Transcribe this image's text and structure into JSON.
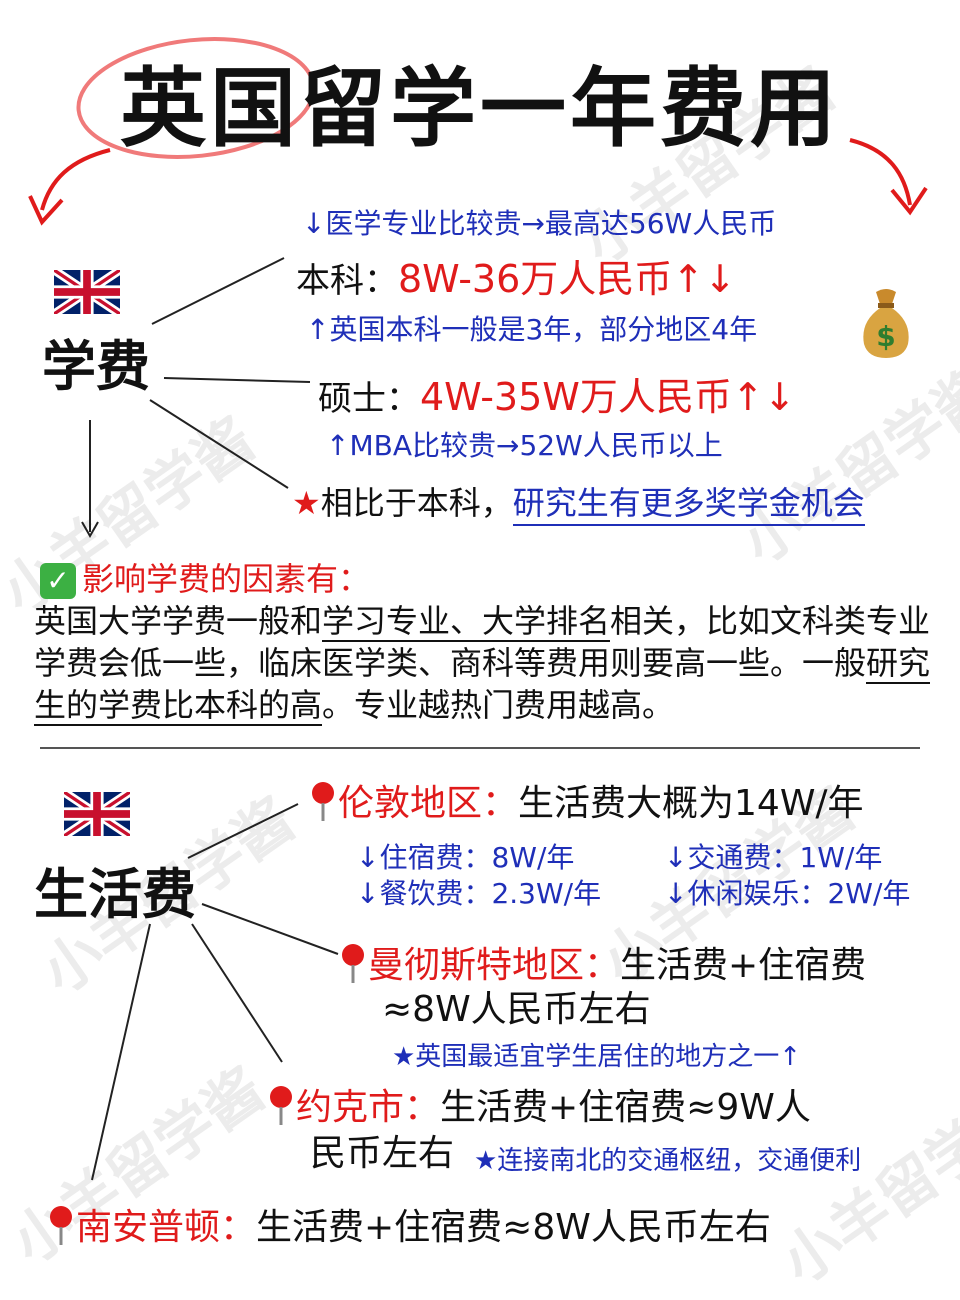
{
  "title": "英国留学一年费用",
  "watermark": "小羊留学酱",
  "tuition": {
    "label": "学费",
    "flag_icon": "uk-flag-icon",
    "note_med": "↓医学专业比较贵→最高达56W人民币",
    "undergrad_label": "本科：",
    "undergrad_value": "8W-36万人民币↑↓",
    "note_years": "↑英国本科一般是3年，部分地区4年",
    "master_label": "硕士：",
    "master_value": "4W-35W万人民币↑↓",
    "note_mba": "↑MBA比较贵→52W人民币以上",
    "star_prefix": "★",
    "scholar_a": "相比于本科，",
    "scholar_b": "研究生有更多奖学金机会",
    "money_icon": "money-bag-icon"
  },
  "factors": {
    "heading": "影响学费的因素有：",
    "p1a": "英国大学学费一般和",
    "p1b": "学习专业、大学排名",
    "p1c": "相关，比如文科类专业学费会低一些，临床医学类、商科等费用则要高一些。一般",
    "p1d": "研究生的学费比本科的高",
    "p1e": "。专业越热门费用越高。"
  },
  "living": {
    "label": "生活费",
    "london_name": "伦敦地区：",
    "london_value": "生活费大概为14W/年",
    "london_rent": "↓住宿费：8W/年",
    "london_transport": "↓交通费：1W/年",
    "london_food": "↓餐饮费：2.3W/年",
    "london_leisure": "↓休闲娱乐：2W/年",
    "manchester_name": "曼彻斯特地区：",
    "manchester_value_1": "生活费+住宿费",
    "manchester_value_2": "≈8W人民币左右",
    "manchester_note": "★英国最适宜学生居住的地方之一↑",
    "york_name": "约克市：",
    "york_value_1": "生活费+住宿费≈9W人",
    "york_value_2": "民币左右",
    "york_note": "★连接南北的交通枢纽，交通便利",
    "southampton_name": "南安普顿：",
    "southampton_value": "生活费+住宿费≈8W人民币左右"
  },
  "colors": {
    "accent_red": "#e01b1b",
    "accent_blue": "#1f2fb8",
    "divider": "#555555"
  }
}
